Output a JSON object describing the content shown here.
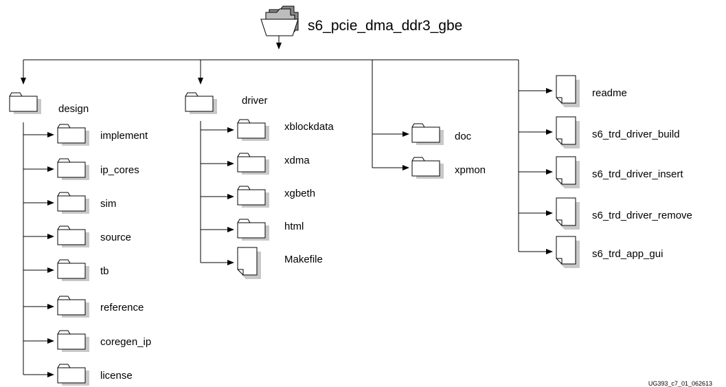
{
  "root": {
    "label": "s6_pcie_dma_ddr3_gbe",
    "icon": "open-folder-icon"
  },
  "columns": [
    {
      "id": "design",
      "label": "design",
      "icon": "folder-icon",
      "children": [
        {
          "label": "implement",
          "icon": "folder-icon"
        },
        {
          "label": "ip_cores",
          "icon": "folder-icon"
        },
        {
          "label": "sim",
          "icon": "folder-icon"
        },
        {
          "label": "source",
          "icon": "folder-icon"
        },
        {
          "label": "tb",
          "icon": "folder-icon"
        },
        {
          "label": "reference",
          "icon": "folder-icon"
        },
        {
          "label": "coregen_ip",
          "icon": "folder-icon"
        },
        {
          "label": "license",
          "icon": "folder-icon"
        }
      ]
    },
    {
      "id": "driver",
      "label": "driver",
      "icon": "folder-icon",
      "children": [
        {
          "label": "xblockdata",
          "icon": "folder-icon"
        },
        {
          "label": "xdma",
          "icon": "folder-icon"
        },
        {
          "label": "xgbeth",
          "icon": "folder-icon"
        },
        {
          "label": "html",
          "icon": "folder-icon"
        },
        {
          "label": "Makefile",
          "icon": "file-icon"
        }
      ]
    },
    {
      "id": "root-folders",
      "children": [
        {
          "label": "doc",
          "icon": "folder-icon"
        },
        {
          "label": "xpmon",
          "icon": "folder-icon"
        }
      ]
    },
    {
      "id": "root-files",
      "children": [
        {
          "label": "readme",
          "icon": "file-icon"
        },
        {
          "label": "s6_trd_driver_build",
          "icon": "file-icon"
        },
        {
          "label": "s6_trd_driver_insert",
          "icon": "file-icon"
        },
        {
          "label": "s6_trd_driver_remove",
          "icon": "file-icon"
        },
        {
          "label": "s6_trd_app_gui",
          "icon": "file-icon"
        }
      ]
    }
  ],
  "footer": {
    "figure_id": "UG393_c7_01_062613"
  },
  "colors": {
    "line": "#000000",
    "icon_fill": "#ffffff",
    "icon_shadow": "#c8c8c8",
    "root_back": "#8a8a8a"
  }
}
